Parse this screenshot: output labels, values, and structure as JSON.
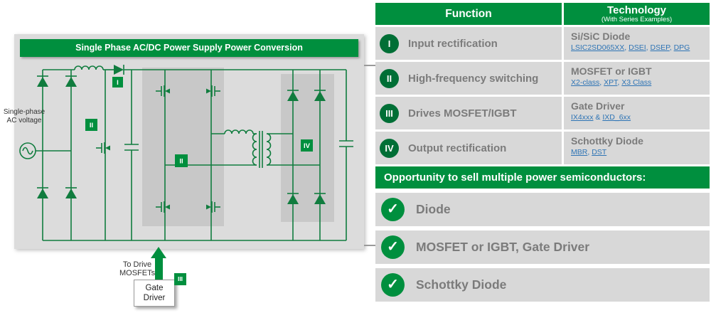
{
  "colors": {
    "green": "#008F3E",
    "green_dark": "#006F36",
    "row_bg": "#D8D8D8",
    "panel_bg": "#DCDCDC",
    "inner_box": "#C8C8C8",
    "text_gray": "#7B7B7B",
    "link_blue": "#2E74B5",
    "wire_green": "#107C3E"
  },
  "diagram": {
    "title": "Single Phase AC/DC Power Supply Power Conversion",
    "ac_label_line1": "Single-phase",
    "ac_label_line2": "AC voltage",
    "drive_label_line1": "To Drive",
    "drive_label_line2": "MOSFETs",
    "gate_driver_line1": "Gate",
    "gate_driver_line2": "Driver",
    "badges": {
      "input_rect": "I",
      "boost_switch": "II",
      "bridge": "II",
      "gate_driver": "III",
      "output_rect": "IV"
    }
  },
  "table": {
    "header": {
      "function": "Function",
      "technology": "Technology",
      "technology_sub": "(With Series Examples)"
    },
    "rows": [
      {
        "numeral": "I",
        "function": "Input rectification",
        "technology": "Si/SiC Diode",
        "sep": ", ",
        "links": [
          "LSIC2SD065XX",
          "DSEI",
          "DSEP",
          "DPG"
        ]
      },
      {
        "numeral": "II",
        "function": "High-frequency switching",
        "technology": "MOSFET or IGBT",
        "sep": ", ",
        "links": [
          "X2-class",
          "XPT",
          "X3 Class"
        ]
      },
      {
        "numeral": "III",
        "function": "Drives MOSFET/IGBT",
        "technology": "Gate Driver",
        "sep": " & ",
        "links": [
          "IX4xxx",
          "IXD_6xx"
        ]
      },
      {
        "numeral": "IV",
        "function": "Output rectification",
        "technology": "Schottky Diode",
        "sep": ", ",
        "links": [
          "MBR",
          "DST"
        ]
      }
    ]
  },
  "opportunity": {
    "title": "Opportunity to sell multiple power semiconductors:",
    "checkmark": "✓",
    "items": [
      "Diode",
      "MOSFET or IGBT, Gate Driver",
      "Schottky Diode"
    ]
  }
}
